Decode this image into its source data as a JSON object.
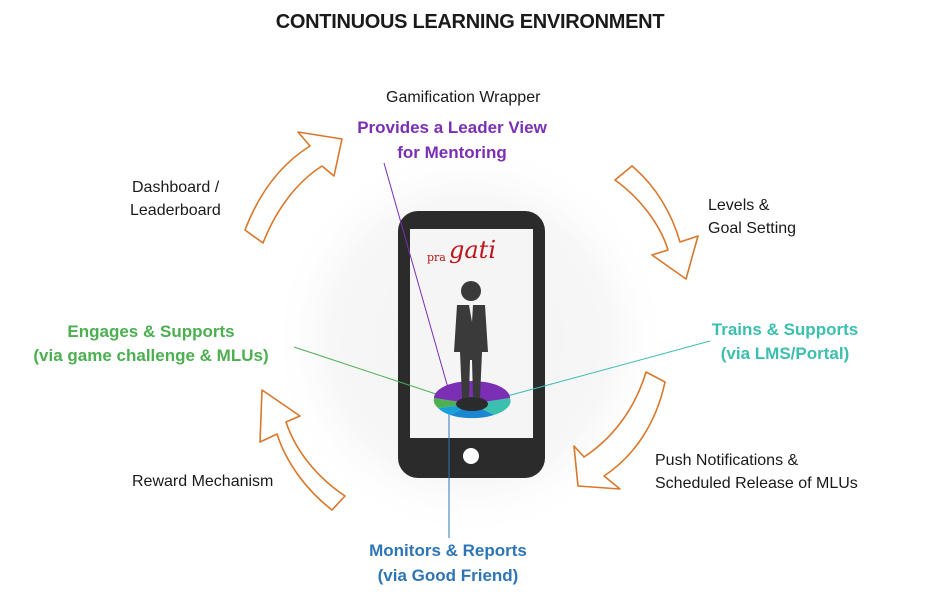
{
  "title": "CONTINUOUS LEARNING ENVIRONMENT",
  "logo": {
    "prefix": "pra",
    "main": "gati"
  },
  "labels": {
    "gamification": "Gamification Wrapper",
    "dashboard_1": "Dashboard /",
    "dashboard_2": "Leaderboard",
    "levels_1": "Levels &",
    "levels_2": "Goal Setting",
    "push_1": "Push Notifications &",
    "push_2": "Scheduled Release of MLUs",
    "reward": "Reward Mechanism"
  },
  "highlights": {
    "leader_1": "Provides a Leader View",
    "leader_2": "for Mentoring",
    "engages_1": "Engages & Supports",
    "engages_2": "(via game challenge & MLUs)",
    "trains_1": "Trains & Supports",
    "trains_2": "(via LMS/Portal)",
    "monitors_1": "Monitors & Reports",
    "monitors_2": "(via Good Friend)"
  },
  "colors": {
    "purple": "#7b2fb5",
    "green": "#4caf50",
    "teal": "#3bbfae",
    "blue": "#2e75b6",
    "cyan": "#1aa0d8",
    "arrow_stroke": "#d9772b",
    "phone": "#2b2b2b"
  },
  "icons": [
    "person-icon",
    "home-button-icon",
    "cycle-arrow-icon"
  ]
}
